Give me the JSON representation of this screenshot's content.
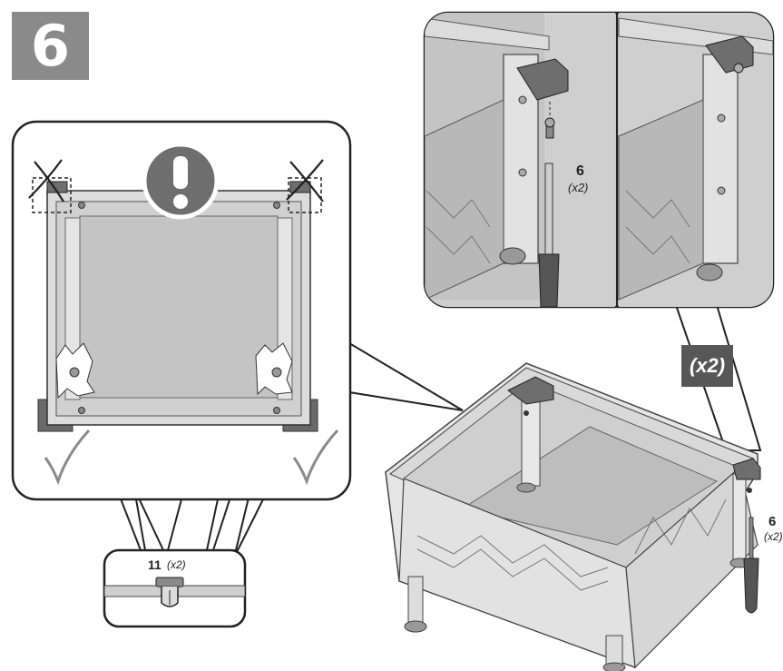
{
  "step": {
    "number": "6"
  },
  "callout_top": {
    "part_number": "6",
    "quantity": "(x2)"
  },
  "callout_bottom": {
    "part_number": "11",
    "quantity": "(x2)"
  },
  "main": {
    "repeat_badge": "(x2)",
    "part_number_partial": "6",
    "quantity_partial": "(x2)"
  },
  "symbols": {
    "warning": "exclamation-icon",
    "wrong": "cross-mark-icon",
    "right": "check-mark-icon"
  },
  "colors": {
    "badge": "#8a8a8a",
    "tag": "#575757",
    "panel": "#c9c9c9",
    "frame": "#dcdcdc"
  }
}
